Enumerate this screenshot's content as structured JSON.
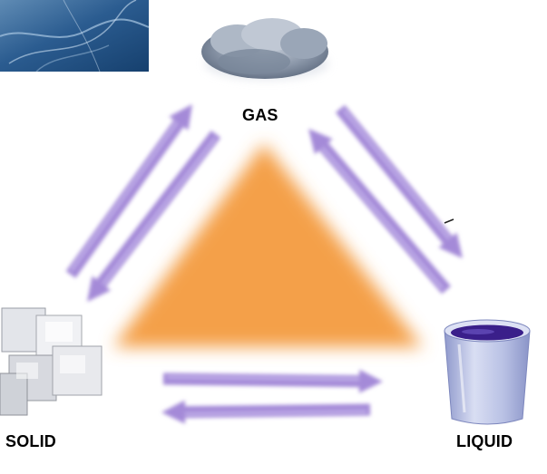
{
  "labels": {
    "gas": "GAS",
    "solid": "SOLID",
    "liquid": "LIQUID"
  },
  "colors": {
    "arrow": "#a48ad8",
    "arrow_highlight": "#cdbdf0",
    "triangle": "#f4a04a",
    "liquid_fill": "#3a1f8a",
    "beaker": "#c6cdea",
    "cloud": "#8d99ab",
    "ice": "#cfd2d8",
    "background": "#ffffff"
  },
  "icons": {
    "corner_photo": "water-surface-photo",
    "gas": "cloud-icon",
    "solid": "ice-cubes-icon",
    "liquid": "beaker-icon"
  }
}
